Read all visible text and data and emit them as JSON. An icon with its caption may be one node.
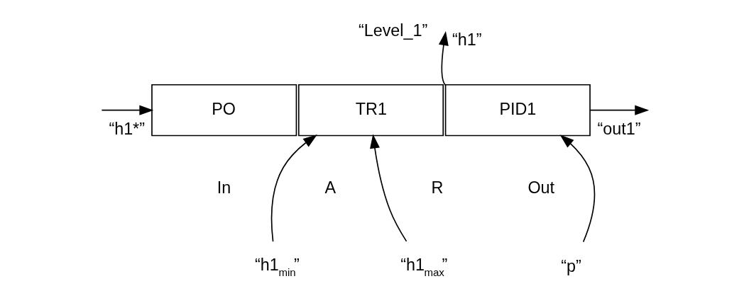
{
  "diagram": {
    "nodes": [
      {
        "text": [
          "PO"
        ]
      },
      {
        "text": [
          "TR1"
        ]
      },
      {
        "text": [
          "PID1"
        ]
      },
      {
        "text": [
          "“h1$_{min}$”"
        ]
      },
      {
        "text": [
          "“h1$_{max}$”"
        ]
      },
      {
        "text": [
          "“p”"
        ]
      }
    ],
    "edges": [
      {
        "from": null,
        "to": 0,
        "arrow": "to",
        "label": "“h1*”"
      },
      {
        "from": 2,
        "to": null,
        "arrow": "to",
        "label": "“out1”"
      },
      {
        "from": 2,
        "to": null,
        "arrow": "to",
        "label": "“h1”"
      },
      {
        "from": 3,
        "to": 1,
        "arrow": "to"
      },
      {
        "from": 4,
        "to": 1,
        "arrow": "to"
      },
      {
        "from": 5,
        "to": 2,
        "arrow": "to"
      }
    ],
    "labels": [
      "“Level_1”",
      "In",
      "A",
      "R",
      "Out"
    ]
  }
}
